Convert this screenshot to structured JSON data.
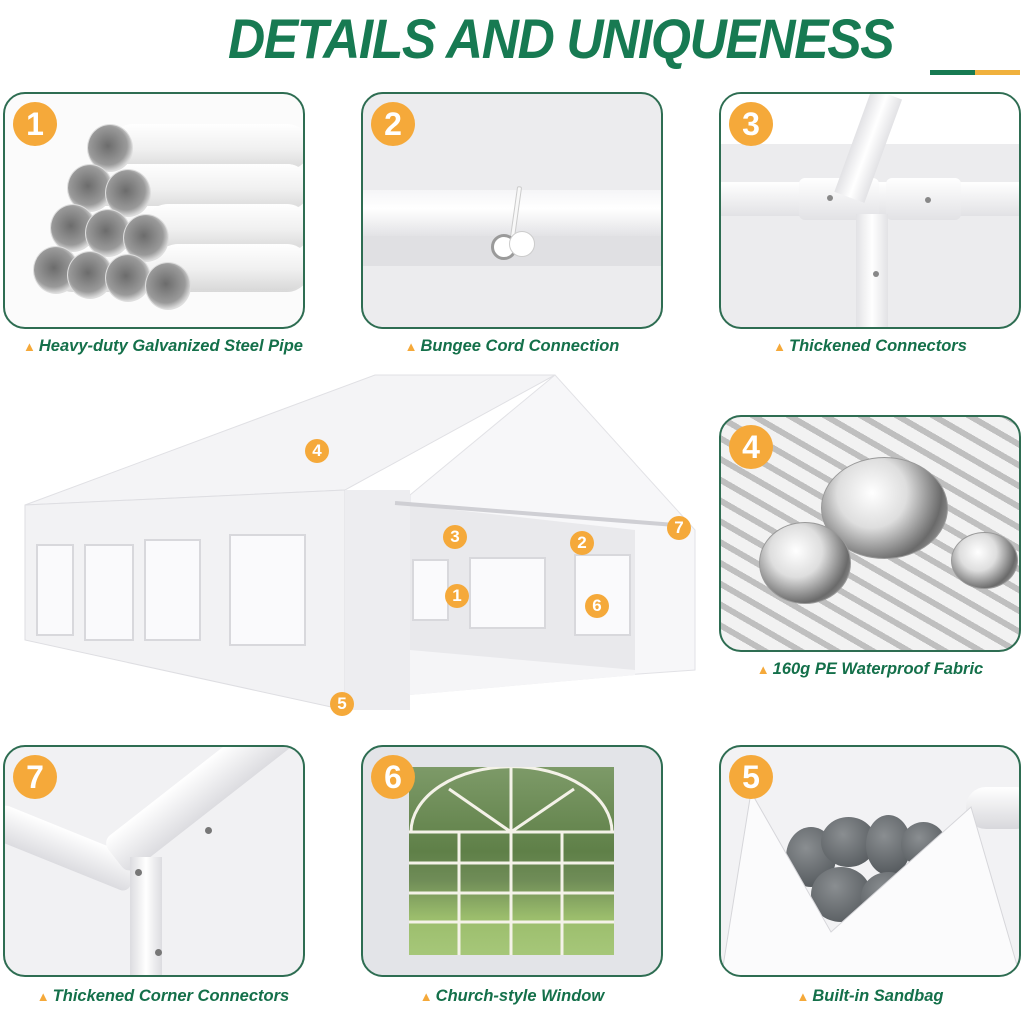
{
  "header": {
    "title": "DETAILS AND UNIQUENESS",
    "accent_colors": {
      "green": "#177a52",
      "yellow": "#f0b13d"
    }
  },
  "colors": {
    "badge": "#f5a93a",
    "caption_text": "#14704a",
    "card_border": "#2e6d52"
  },
  "features": [
    {
      "number": "1",
      "caption": "Heavy-duty Galvanized Steel Pipe",
      "image": "stacked-steel-pipes"
    },
    {
      "number": "2",
      "caption": "Bungee Cord Connection",
      "image": "bungee-cord-on-pipe"
    },
    {
      "number": "3",
      "caption": "Thickened Connectors",
      "image": "pipe-t-connector"
    },
    {
      "number": "4",
      "caption": "160g PE Waterproof Fabric",
      "image": "water-droplets-on-woven-fabric"
    },
    {
      "number": "5",
      "caption": "Built-in Sandbag",
      "image": "sandbag-with-stones"
    },
    {
      "number": "6",
      "caption": "Church-style Window",
      "image": "arched-window-garden-view"
    },
    {
      "number": "7",
      "caption": "Thickened Corner Connectors",
      "image": "corner-pipe-connector"
    }
  ],
  "tent": {
    "image": "white-party-tent",
    "markers": [
      "4",
      "3",
      "2",
      "7",
      "1",
      "6",
      "5"
    ]
  },
  "caption_icon": "triangle-up-icon",
  "caption_icon_glyph": "▲"
}
